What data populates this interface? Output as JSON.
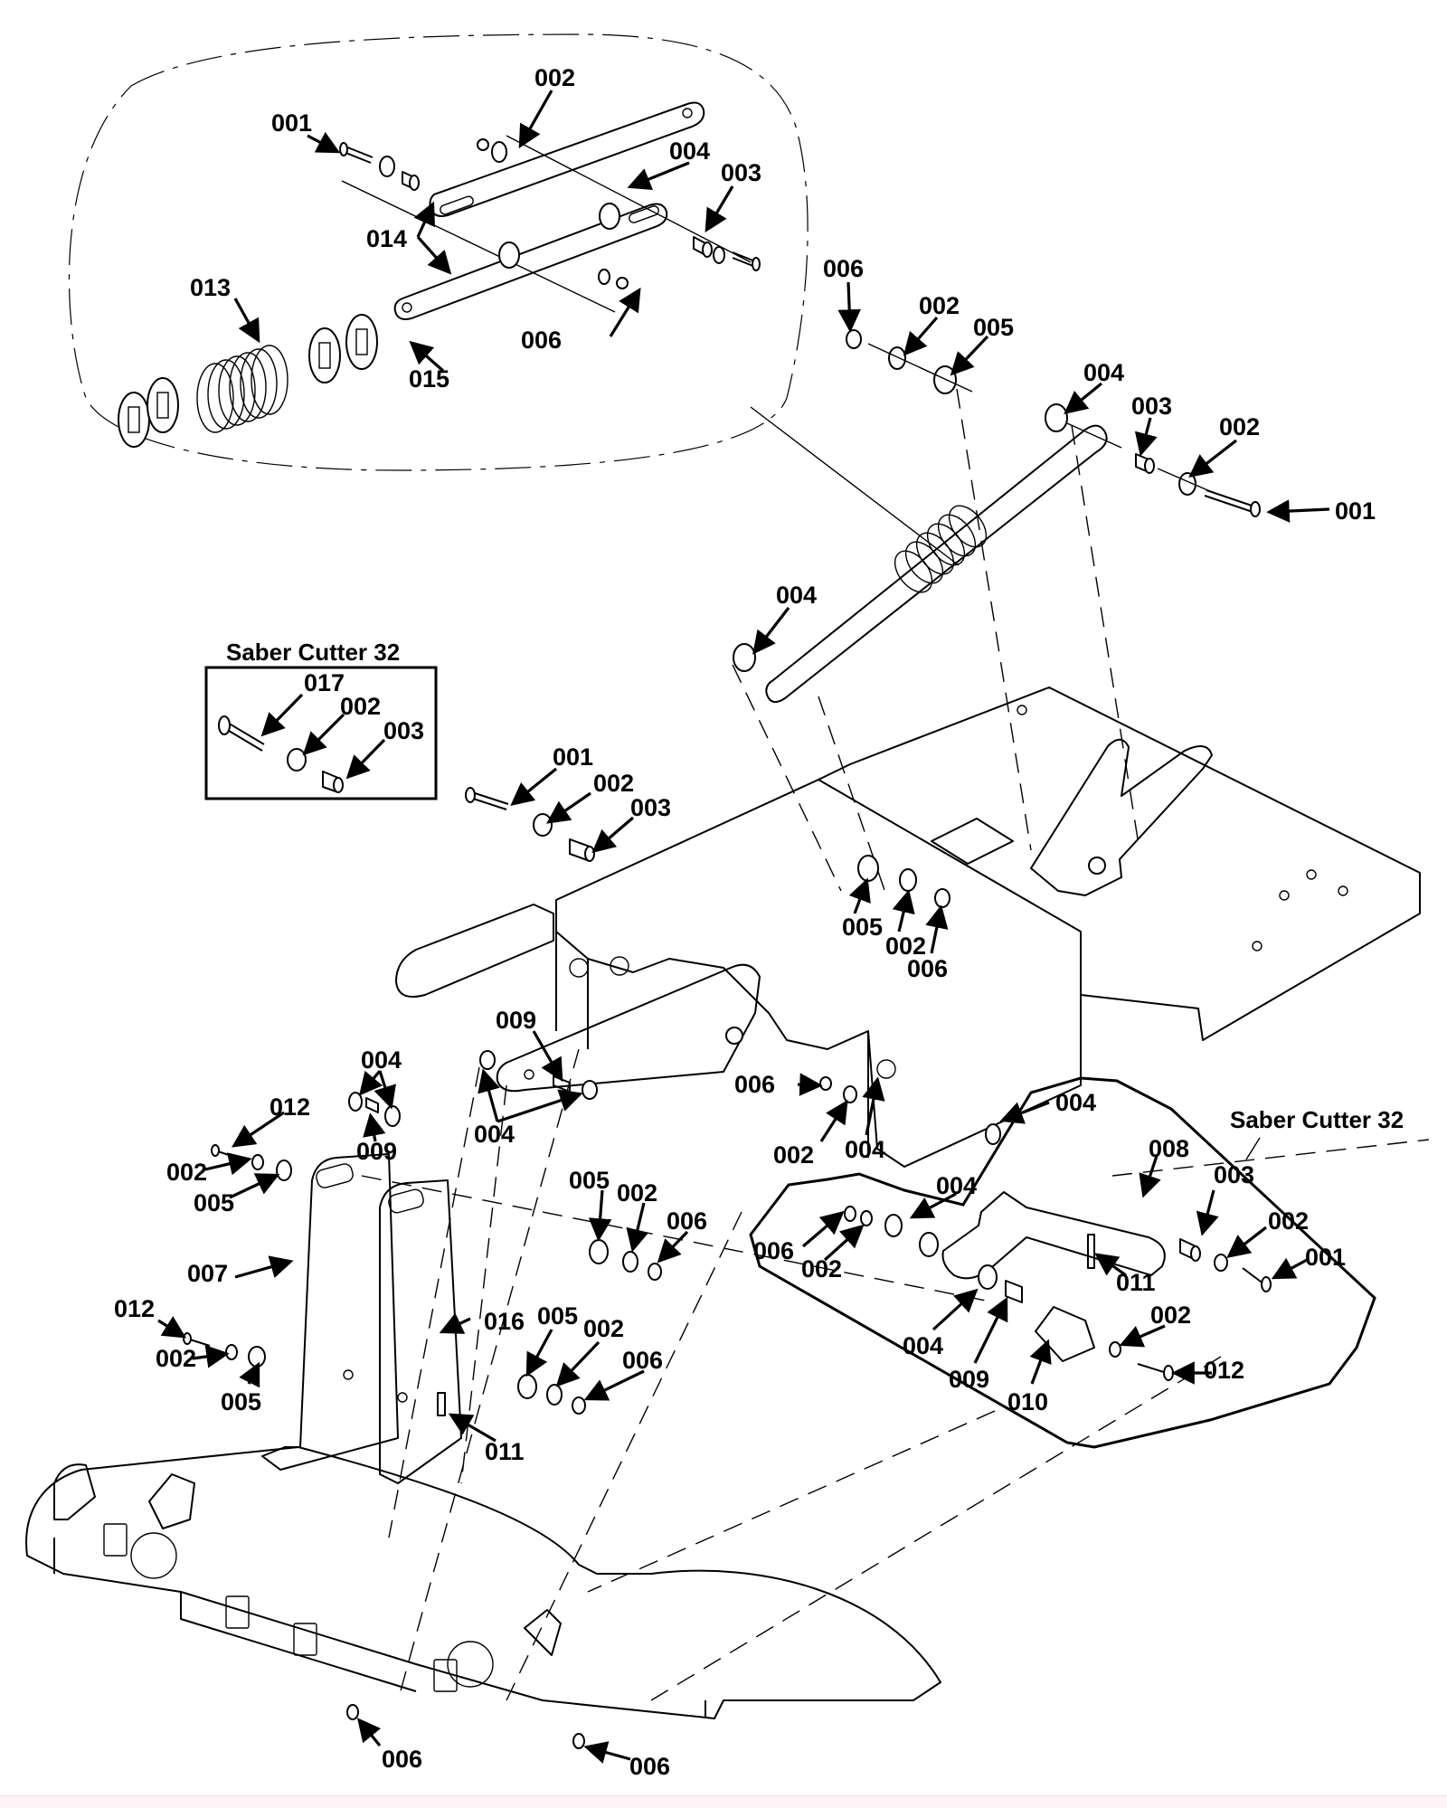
{
  "diagram": {
    "kind": "exploded parts diagram",
    "insets": [
      {
        "id": "spring-link-detail",
        "shape": "dashed oval",
        "parts": [
          "001",
          "002",
          "003",
          "004",
          "006",
          "013",
          "014",
          "015"
        ]
      },
      {
        "id": "saber-cutter-bolt-box",
        "title": "Saber Cutter 32",
        "parts": [
          "017",
          "002",
          "003"
        ]
      },
      {
        "id": "saber-cutter-linkage",
        "title": "Saber Cutter 32",
        "parts": [
          "004",
          "008",
          "003",
          "002",
          "001",
          "006",
          "011",
          "009",
          "010",
          "012"
        ]
      }
    ],
    "callouts": [
      {
        "id": "c1",
        "text": "002"
      },
      {
        "id": "c2",
        "text": "001"
      },
      {
        "id": "c3",
        "text": "004"
      },
      {
        "id": "c4",
        "text": "003"
      },
      {
        "id": "c5",
        "text": "014"
      },
      {
        "id": "c6",
        "text": "013"
      },
      {
        "id": "c7",
        "text": "006"
      },
      {
        "id": "c8",
        "text": "015"
      },
      {
        "id": "c9",
        "text": "006"
      },
      {
        "id": "c10",
        "text": "002"
      },
      {
        "id": "c11",
        "text": "005"
      },
      {
        "id": "c12",
        "text": "004"
      },
      {
        "id": "c13",
        "text": "003"
      },
      {
        "id": "c14",
        "text": "002"
      },
      {
        "id": "c15",
        "text": "001"
      },
      {
        "id": "c16",
        "text": "004"
      },
      {
        "id": "c17",
        "text": "017"
      },
      {
        "id": "c18",
        "text": "002"
      },
      {
        "id": "c19",
        "text": "003"
      },
      {
        "id": "c20",
        "text": "001"
      },
      {
        "id": "c21",
        "text": "002"
      },
      {
        "id": "c22",
        "text": "003"
      },
      {
        "id": "c23",
        "text": "005"
      },
      {
        "id": "c24",
        "text": "002"
      },
      {
        "id": "c25",
        "text": "006"
      },
      {
        "id": "c26",
        "text": "009"
      },
      {
        "id": "c27",
        "text": "004"
      },
      {
        "id": "c28",
        "text": "006"
      },
      {
        "id": "c29",
        "text": "002"
      },
      {
        "id": "c30",
        "text": "004"
      },
      {
        "id": "c31",
        "text": "004"
      },
      {
        "id": "c32",
        "text": "012"
      },
      {
        "id": "c33",
        "text": "009"
      },
      {
        "id": "c34",
        "text": "002"
      },
      {
        "id": "c35",
        "text": "005"
      },
      {
        "id": "c36",
        "text": "007"
      },
      {
        "id": "c37",
        "text": "005"
      },
      {
        "id": "c38",
        "text": "002"
      },
      {
        "id": "c39",
        "text": "006"
      },
      {
        "id": "c40",
        "text": "012"
      },
      {
        "id": "c41",
        "text": "002"
      },
      {
        "id": "c42",
        "text": "005"
      },
      {
        "id": "c43",
        "text": "016"
      },
      {
        "id": "c44",
        "text": "005"
      },
      {
        "id": "c45",
        "text": "002"
      },
      {
        "id": "c46",
        "text": "006"
      },
      {
        "id": "c47",
        "text": "011"
      },
      {
        "id": "c48",
        "text": "004"
      },
      {
        "id": "c49",
        "text": "008"
      },
      {
        "id": "c50",
        "text": "003"
      },
      {
        "id": "c51",
        "text": "002"
      },
      {
        "id": "c52",
        "text": "001"
      },
      {
        "id": "c53",
        "text": "004"
      },
      {
        "id": "c54",
        "text": "006"
      },
      {
        "id": "c55",
        "text": "002"
      },
      {
        "id": "c56",
        "text": "011"
      },
      {
        "id": "c57",
        "text": "004"
      },
      {
        "id": "c58",
        "text": "009"
      },
      {
        "id": "c59",
        "text": "002"
      },
      {
        "id": "c60",
        "text": "012"
      },
      {
        "id": "c61",
        "text": "010"
      },
      {
        "id": "c62",
        "text": "006"
      },
      {
        "id": "c63",
        "text": "006"
      }
    ],
    "saber_box_title": "Saber Cutter 32",
    "saber_linkage_title": "Saber Cutter 32"
  }
}
